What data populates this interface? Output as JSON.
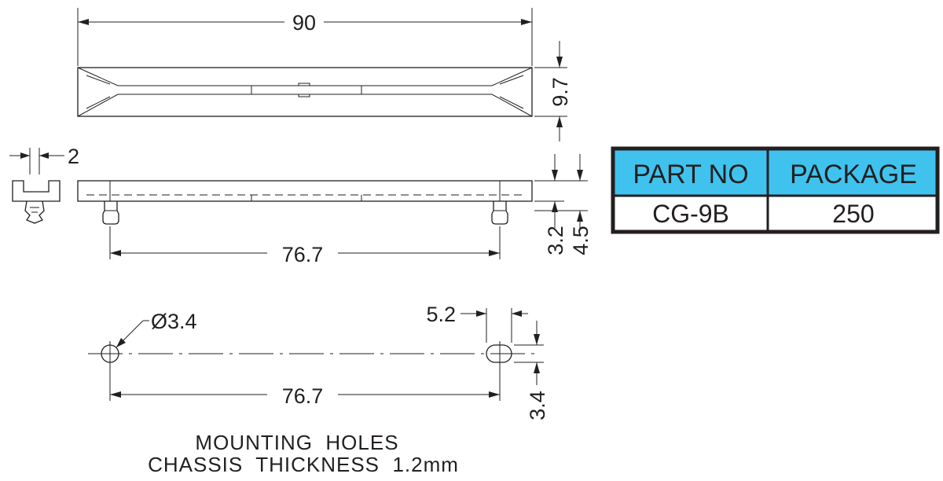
{
  "dimensions": {
    "overall_length": "90",
    "height_top_view": "9.7",
    "clip_width": "2",
    "pin_spacing": "76.7",
    "dim_3_2": "3.2",
    "dim_4_5": "4.5",
    "hole_diameter": "Ø3.4",
    "slot_length": "5.2",
    "slot_width": "3.4",
    "hole_spacing": "76.7"
  },
  "notes": {
    "line1": "MOUNTING  HOLES",
    "line2": "CHASSIS  THICKNESS  1.2mm"
  },
  "table": {
    "header_part": "PART NO",
    "header_package": "PACKAGE",
    "part_no": "CG-9B",
    "package": "250"
  },
  "colors": {
    "table_header": "#3fc3ee",
    "line": "#231f20"
  }
}
